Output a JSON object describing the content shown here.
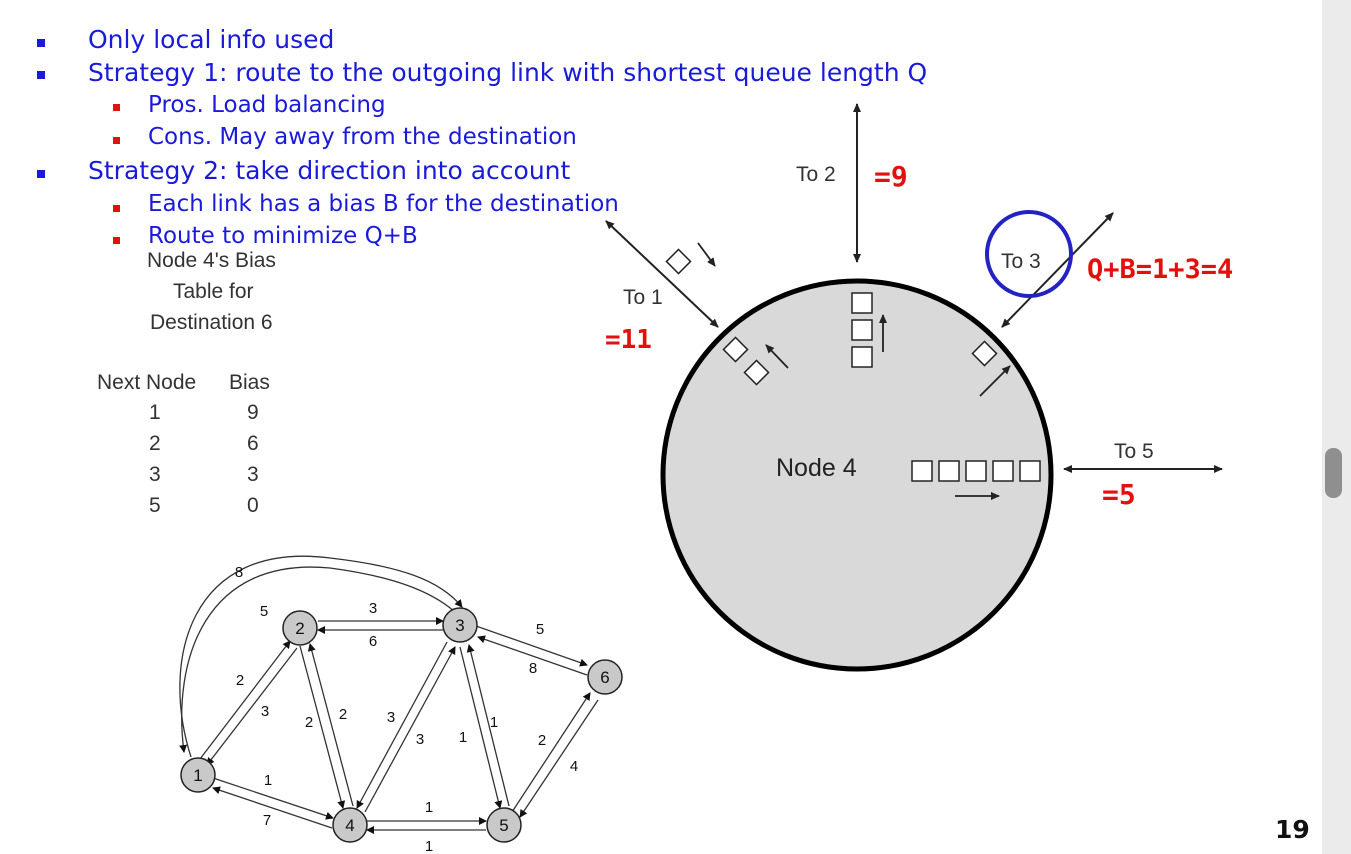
{
  "bullets": [
    {
      "text": "Only local info used",
      "level": 1
    },
    {
      "text": "Strategy 1: route to  the outgoing link with shortest queue length Q",
      "level": 1
    },
    {
      "text": "Pros. Load balancing",
      "level": 2
    },
    {
      "text": "Cons. May away from the destination",
      "level": 2
    },
    {
      "text": "Strategy 2: take direction into account",
      "level": 1
    },
    {
      "text": "Each link has a bias B for the destination",
      "level": 2
    },
    {
      "text": "Route to minimize Q+B",
      "level": 2
    }
  ],
  "bias_table": {
    "title_lines": [
      "Node 4's Bias",
      "Table for",
      "Destination 6"
    ],
    "headers": [
      "Next Node",
      "Bias"
    ],
    "rows": [
      [
        "1",
        "9"
      ],
      [
        "2",
        "6"
      ],
      [
        "3",
        "3"
      ],
      [
        "5",
        "0"
      ]
    ]
  },
  "node_figure": {
    "node_label": "Node 4",
    "link_labels": [
      "To 1",
      "To 2",
      "To 3",
      "To 5"
    ],
    "annotations": {
      "to1": "=11",
      "to2": "=9",
      "to3": "Q+B=1+3=4",
      "to5": "=5"
    },
    "highlight_color": "#2323c4"
  },
  "graph": {
    "nodes": [
      "1",
      "2",
      "3",
      "4",
      "5",
      "6"
    ],
    "edge_labels": [
      "8",
      "5",
      "3",
      "6",
      "5",
      "8",
      "2",
      "3",
      "2",
      "2",
      "3",
      "3",
      "1",
      "1",
      "2",
      "4",
      "1",
      "7",
      "1",
      "1"
    ]
  },
  "page_number": "19",
  "colors": {
    "bullet_text": "#1a1adb",
    "level2_marker": "#e3110e",
    "annotation": "#e3110e"
  }
}
